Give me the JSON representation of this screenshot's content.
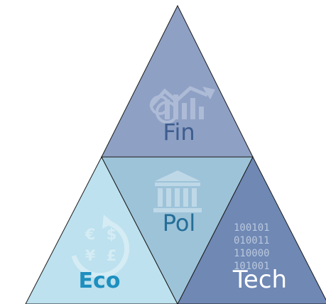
{
  "segments": {
    "top": {
      "label": "Fin",
      "color": "#8ea0c4",
      "label_color": "#3e5d8f",
      "icon": "finance-chart-icon"
    },
    "center": {
      "label": "Pol",
      "color": "#9dc3d9",
      "label_color": "#246e98",
      "icon": "government-building-icon"
    },
    "left": {
      "label": "Eco",
      "color": "#bde1ee",
      "label_color": "#1e8fbf",
      "icon": "currency-cycle-icon"
    },
    "right": {
      "label": "Tech",
      "color": "#6f88b4",
      "label_color": "#ffffff",
      "icon": "binary-code-icon"
    }
  },
  "binary_lines": [
    "100101",
    "010011",
    "110000",
    "101001"
  ],
  "currency_symbols": [
    "€",
    "$",
    "¥",
    "£"
  ]
}
